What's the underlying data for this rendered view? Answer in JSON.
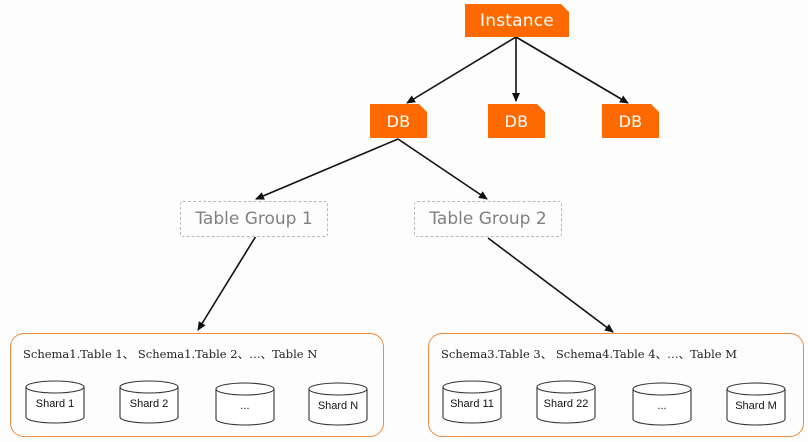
{
  "instance": {
    "label": "Instance"
  },
  "databases": [
    {
      "label": "DB"
    },
    {
      "label": "DB"
    },
    {
      "label": "DB"
    }
  ],
  "table_groups": [
    {
      "label": "Table Group 1"
    },
    {
      "label": "Table Group 2"
    }
  ],
  "containers": [
    {
      "caption": "Schema1.Table 1、 Schema1.Table 2、…、Table N",
      "shards": [
        "Shard 1",
        "Shard 2",
        "...",
        "Shard N"
      ]
    },
    {
      "caption": "Schema3.Table 3、 Schema4.Table 4、…、Table M",
      "shards": [
        "Shard 11",
        "Shard 22",
        "...",
        "Shard M"
      ]
    }
  ],
  "colors": {
    "accent": "#ff6a00",
    "container_border": "#f08a3c",
    "group_border": "#b9b9b9",
    "edge": "#111111"
  }
}
